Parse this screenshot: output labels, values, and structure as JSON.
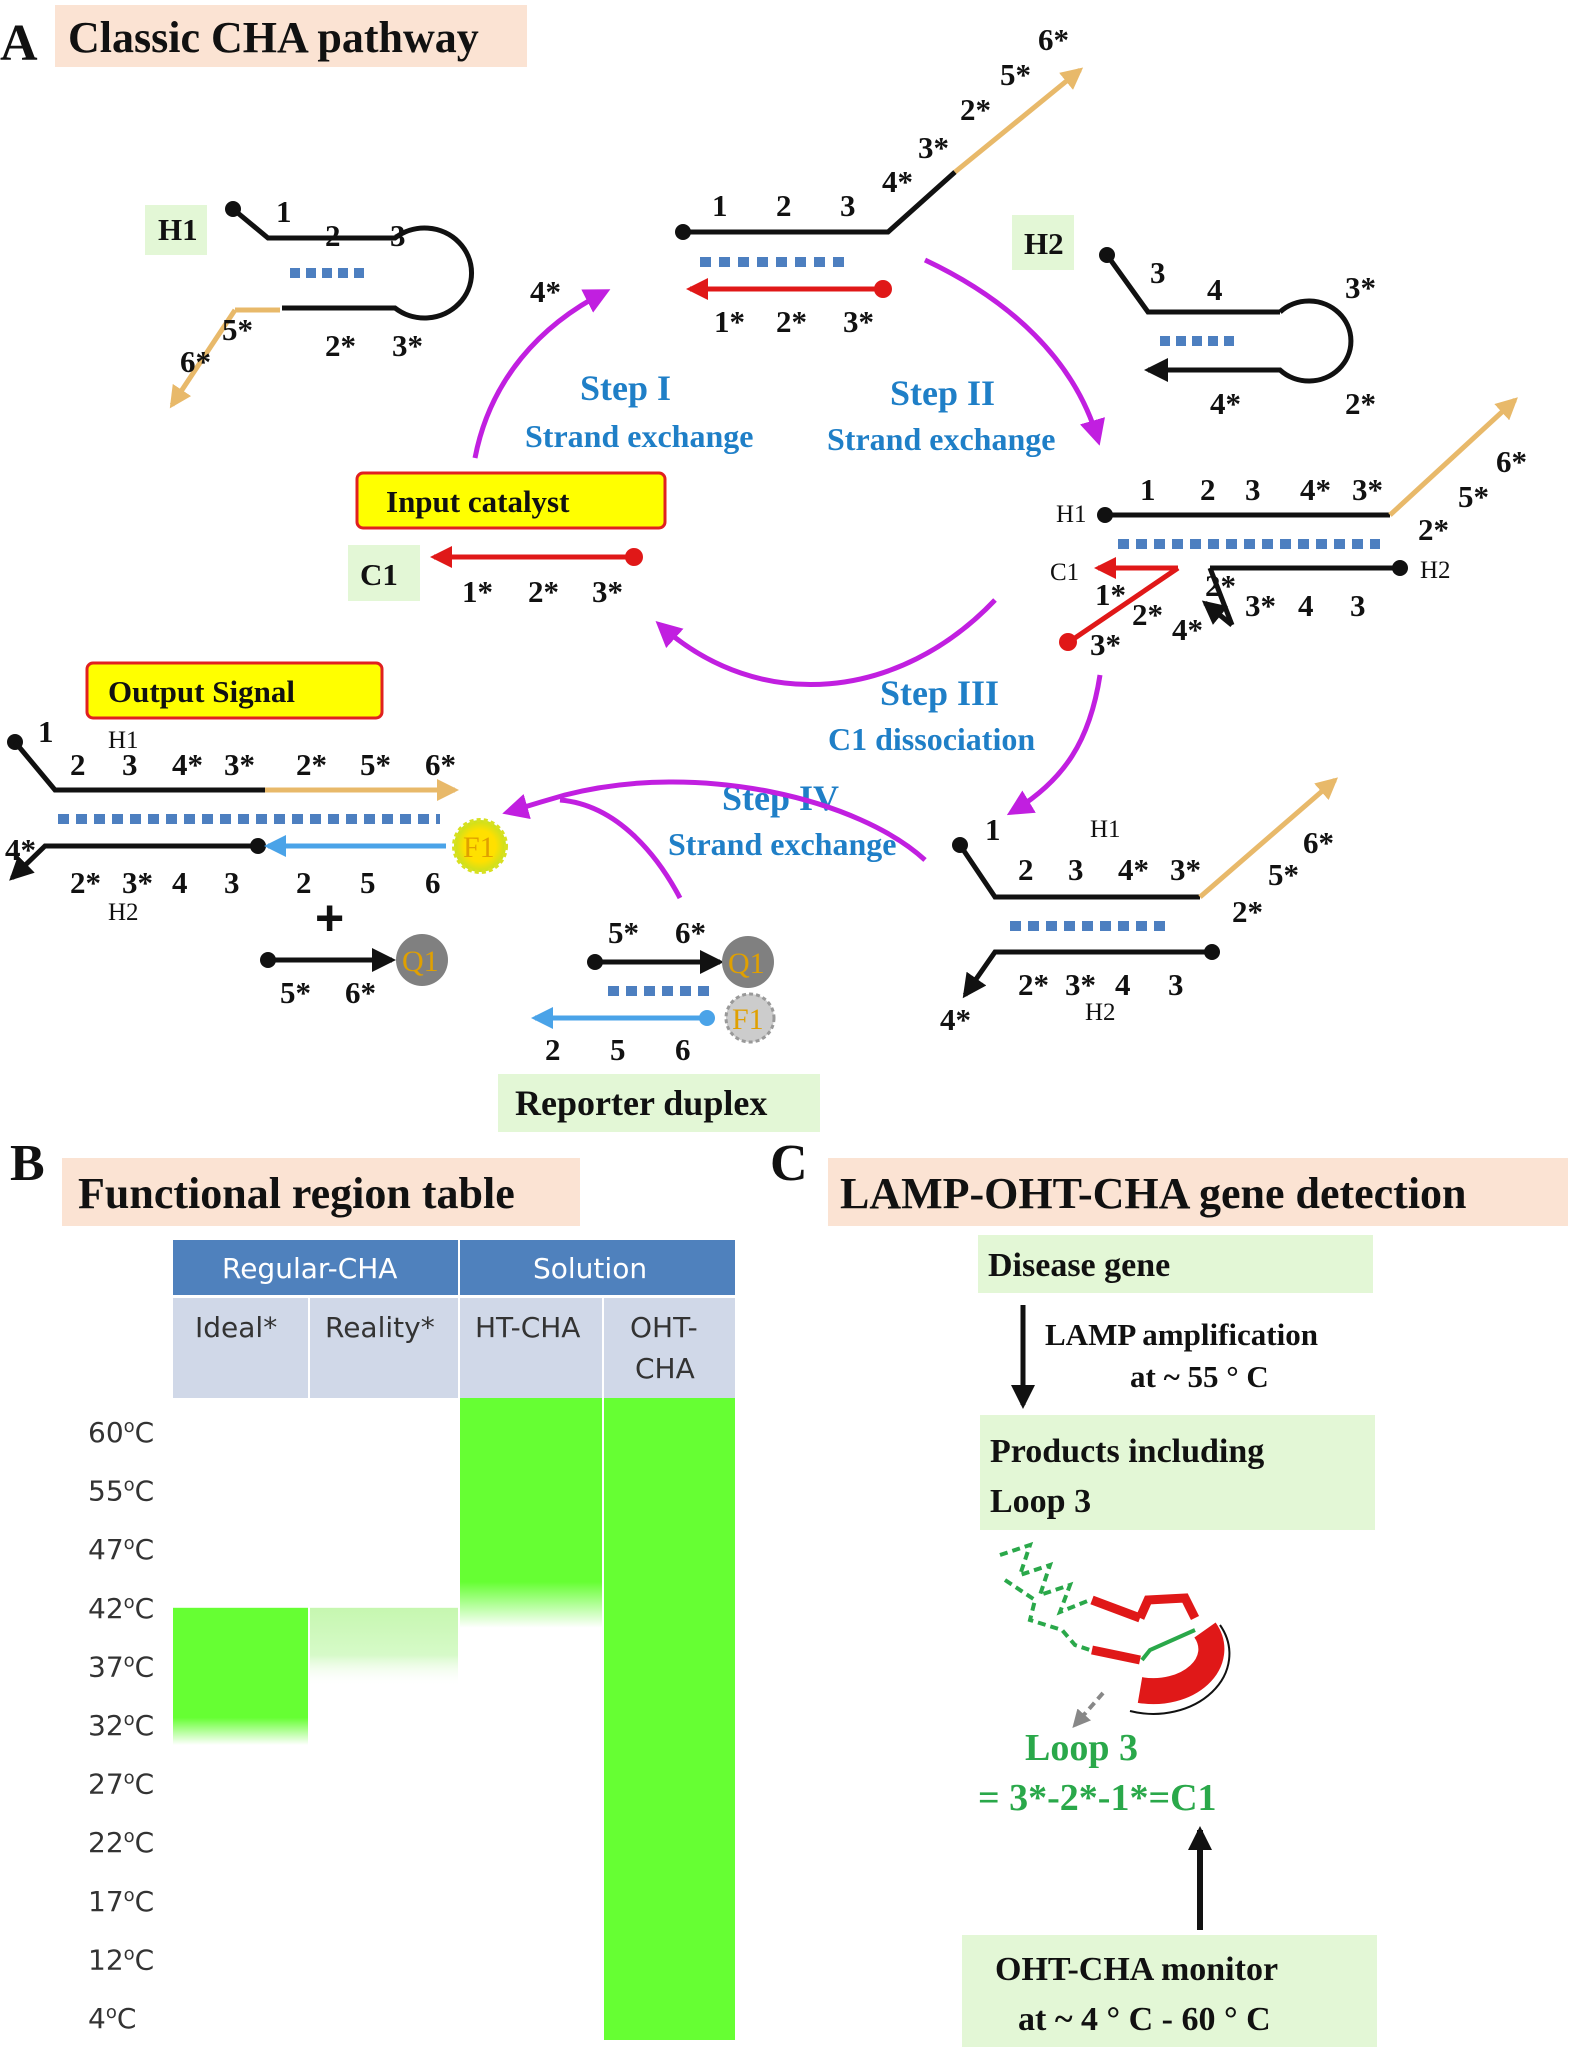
{
  "panel_a": {
    "letter": "A",
    "title": "Classic CHA pathway",
    "h1_label": "H1",
    "h2_label": "H2",
    "c1_label": "C1",
    "input_catalyst": "Input catalyst",
    "output_signal": "Output Signal",
    "reporter_duplex": "Reporter duplex",
    "steps": [
      {
        "name": "Step I",
        "desc": "Strand exchange"
      },
      {
        "name": "Step II",
        "desc": "Strand exchange"
      },
      {
        "name": "Step III",
        "desc": "C1 dissociation"
      },
      {
        "name": "Step IV",
        "desc": "Strand exchange"
      }
    ],
    "fluor_f1": "F1",
    "quencher_q1": "Q1",
    "plus": "+",
    "domains": {
      "d1": "1",
      "d2": "2",
      "d3": "3",
      "d4": "4",
      "d5": "5",
      "d6": "6",
      "d1s": "1*",
      "d2s": "2*",
      "d3s": "3*",
      "d4s": "4*",
      "d5s": "5*",
      "d6s": "6*"
    }
  },
  "panel_b": {
    "letter": "B",
    "title": "Functional region table",
    "group_headers": [
      "Regular-CHA",
      "Solution"
    ],
    "columns": [
      "Ideal*",
      "Reality*",
      "HT-CHA",
      "OHT-",
      "CHA"
    ],
    "temperatures": [
      "60°C",
      "55°C",
      "47°C",
      "42°C",
      "37°C",
      "32°C",
      "27°C",
      "22°C",
      "17°C",
      "12°C",
      "4°C"
    ],
    "temp_units": "oC",
    "temp_values": [
      "60",
      "55",
      "47",
      "42",
      "37",
      "32",
      "27",
      "22",
      "17",
      "12",
      "4"
    ],
    "ranges": [
      {
        "column": "Ideal*",
        "low": 32,
        "high": 42,
        "intensity": "strong"
      },
      {
        "column": "Reality*",
        "low": 37,
        "high": 42,
        "intensity": "faint"
      },
      {
        "column": "HT-CHA",
        "low": 42,
        "high": 60,
        "intensity": "strong"
      },
      {
        "column": "OHT-CHA",
        "low": 4,
        "high": 60,
        "intensity": "strong"
      }
    ],
    "fill_color": "#66ff33"
  },
  "panel_c": {
    "letter": "C",
    "title": "LAMP-OHT-CHA  gene  detection",
    "disease_gene": "Disease  gene",
    "lamp_line1": "LAMP amplification",
    "lamp_line2": "at ~ 55 ° C",
    "products_line1": "Products including",
    "products_line2": "Loop 3",
    "loop3_line1": "Loop 3",
    "loop3_line2": "= 3*-2*-1*=C1",
    "monitor_line1": "OHT-CHA monitor",
    "monitor_line2": "at ~ 4 ° C - 60 ° C"
  },
  "colors": {
    "title_bg": "#fbe3d3",
    "label_bg": "#e3f7d6",
    "step_text": "#1f7fc7",
    "arrow_purple": "#c11fe0",
    "strand_black": "#111111",
    "strand_orange": "#e8b96a",
    "strand_red": "#e01818",
    "strand_blue": "#4aa3e8",
    "base_pair": "#4d7fc0",
    "table_header": "#4f81bd",
    "table_sub": "#d0d8e8",
    "loop_green": "#2aa84a"
  }
}
